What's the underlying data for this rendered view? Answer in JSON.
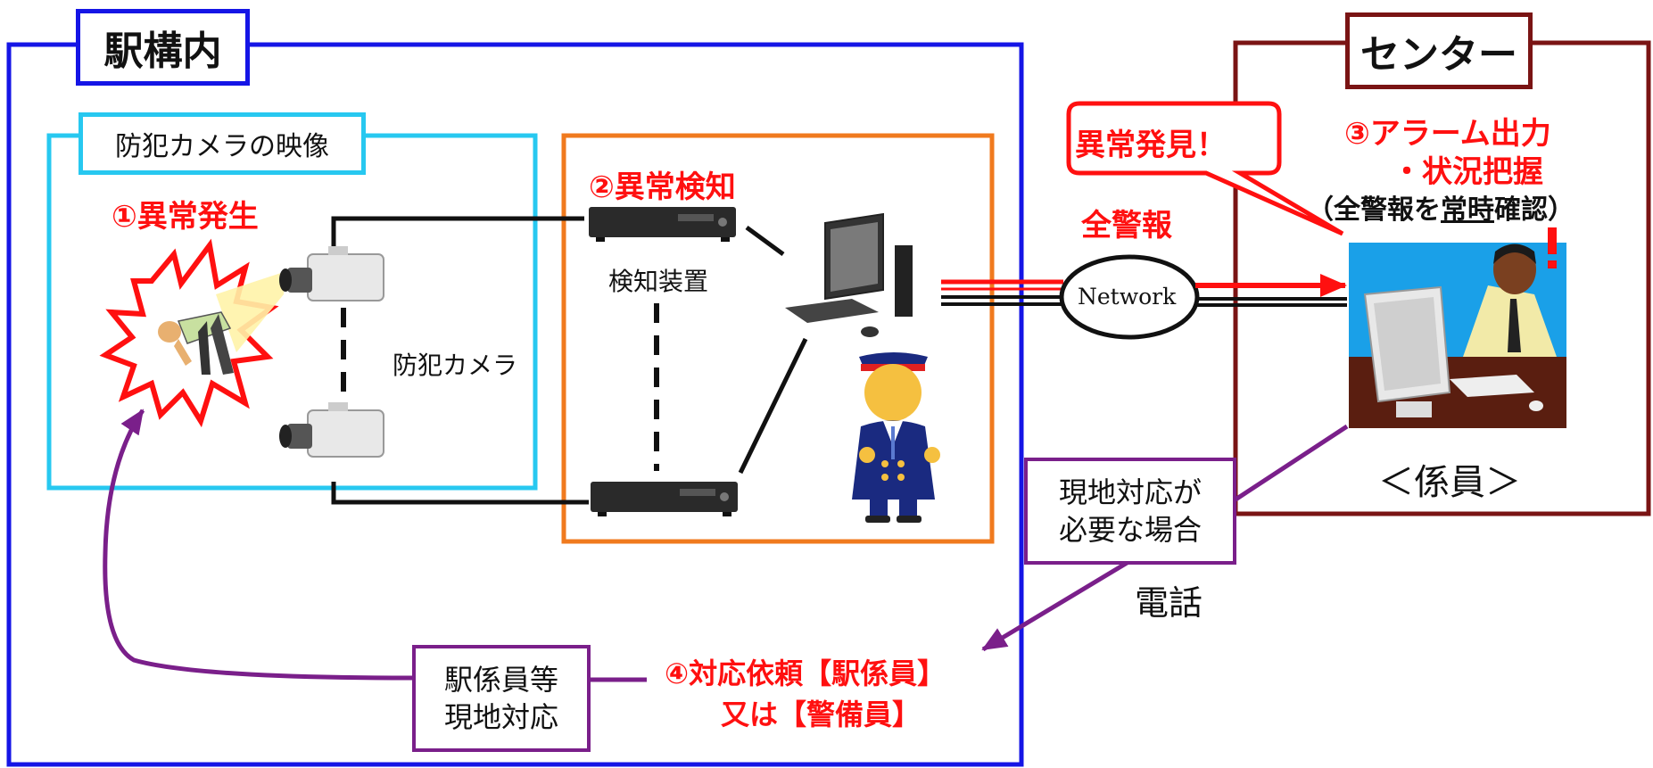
{
  "regions": {
    "station": "駅構内",
    "center": "センター",
    "camera_video": "防犯カメラの映像"
  },
  "steps": {
    "step1": "①異常発生",
    "step2": "②異常検知",
    "step3_line1": "③アラーム出力",
    "step3_line2": "・状況把握",
    "step3_line3_prefix": "（全警報を",
    "step3_line3_underlined": "常時",
    "step3_line3_suffix": "確認）",
    "step4_line1": "④対応依頼【駅係員】",
    "step4_line2": "又は【警備員】"
  },
  "labels": {
    "detector": "検知装置",
    "camera": "防犯カメラ",
    "all_alarms": "全警報",
    "network": "Network",
    "anomaly_found": "異常発見！",
    "staff": "＜係員＞",
    "phone": "電話",
    "exclamation": "!"
  },
  "notes": {
    "onsite_needed_line1": "現地対応が",
    "onsite_needed_line2": "必要な場合",
    "station_staff_line1": "駅係員等",
    "station_staff_line2": "現地対応"
  },
  "colors": {
    "station_border": "#1515e6",
    "center_border": "#7a1414",
    "camera_border": "#27c8f0",
    "detector_border": "#f07a1e",
    "alert_red": "#ff1010",
    "note_purple": "#7a1f8a"
  }
}
